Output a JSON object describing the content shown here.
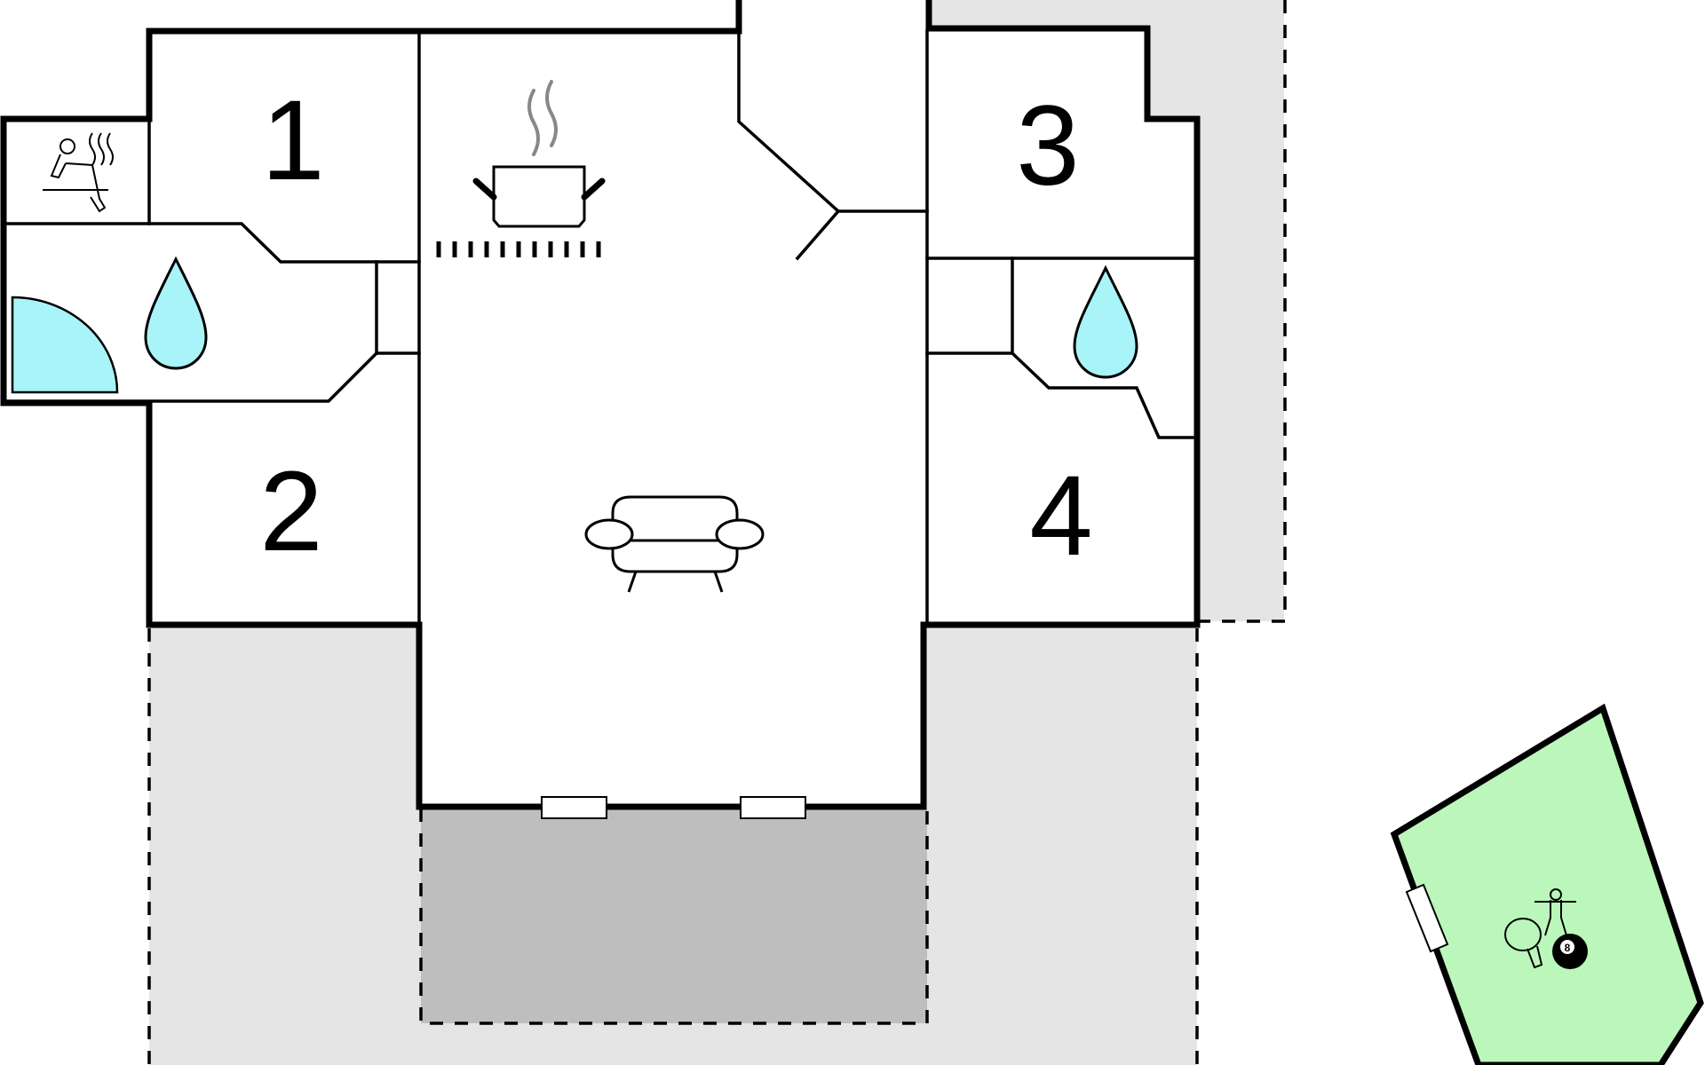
{
  "rooms": {
    "bedroom_1": "1",
    "bedroom_2": "2",
    "bedroom_3": "3",
    "bedroom_4": "4",
    "billiard_ball": "8"
  },
  "colors": {
    "wall": "#000000",
    "terrace": "#e5e5e5",
    "covered_terrace": "#bebebe",
    "water": "#a8f4f8",
    "shower": "#a8f4f8",
    "annex": "#bbf7bb",
    "floor": "#ffffff"
  },
  "icons": [
    "sauna-icon",
    "water-drop-icon",
    "shower-icon",
    "cooking-pot-icon",
    "sofa-icon",
    "table-tennis-icon",
    "foosball-icon",
    "billiard-ball-icon"
  ]
}
